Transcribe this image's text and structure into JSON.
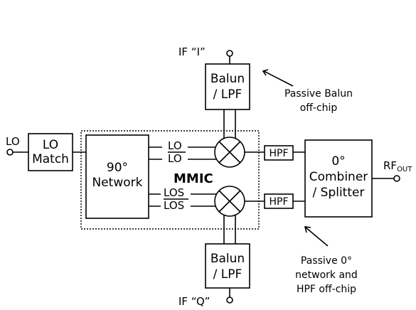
{
  "ports": {
    "lo_in": "LO",
    "if_i": "IF “I”",
    "if_q": "IF “Q”",
    "rf_out_main": "RF",
    "rf_out_sub": "OUT"
  },
  "blocks": {
    "lo_match": [
      "LO",
      "Match"
    ],
    "network90": [
      "90°",
      "Network"
    ],
    "balun_top": [
      "Balun",
      "/ LPF"
    ],
    "balun_bottom": [
      "Balun",
      "/ LPF"
    ],
    "hpf_top": "HPF",
    "hpf_bottom": "HPF",
    "combiner": [
      "0°",
      "Combiner",
      "/ Splitter"
    ]
  },
  "signals": {
    "lo": "LO",
    "lo_bar": "LO",
    "los": "LOS",
    "los_bar": "LOS"
  },
  "mmic_label": "MMIC",
  "annotations": {
    "passive_balun": [
      "Passive Balun",
      "off-chip"
    ],
    "passive_network": [
      "Passive 0°",
      "network and",
      "HPF off-chip"
    ]
  }
}
